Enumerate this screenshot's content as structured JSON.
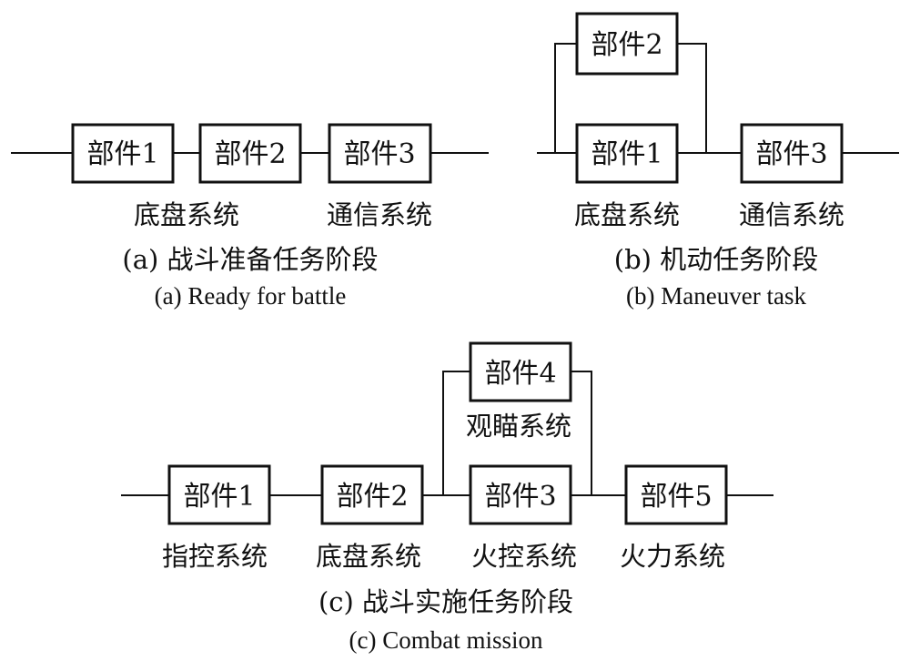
{
  "panel_a": {
    "boxes": [
      "部件1",
      "部件2",
      "部件3"
    ],
    "subsystems": [
      "底盘系统",
      "通信系统"
    ],
    "caption_cn": "(a) 战斗准备任务阶段",
    "caption_en": "(a) Ready for battle"
  },
  "panel_b": {
    "boxes": [
      "部件2",
      "部件1",
      "部件3"
    ],
    "subsystems": [
      "底盘系统",
      "通信系统"
    ],
    "caption_cn": "(b) 机动任务阶段",
    "caption_en": "(b) Maneuver task"
  },
  "panel_c": {
    "boxes": [
      "部件1",
      "部件2",
      "部件4",
      "部件3",
      "部件5"
    ],
    "subsystems": [
      "观瞄系统",
      "指控系统",
      "底盘系统",
      "火控系统",
      "火力系统"
    ],
    "caption_cn": "(c) 战斗实施任务阶段",
    "caption_en": "(c) Combat mission"
  }
}
